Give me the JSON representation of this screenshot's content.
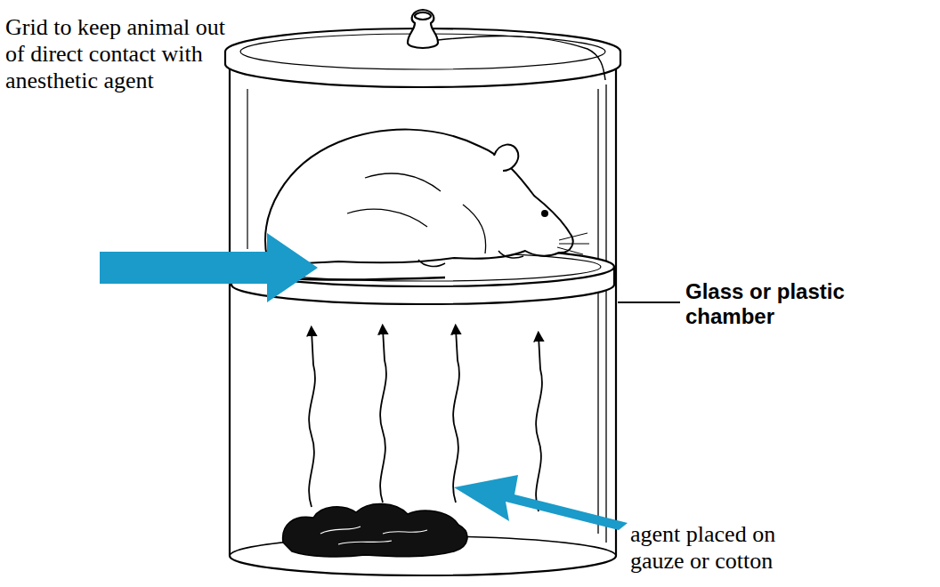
{
  "diagram": {
    "labels": [
      "Grid to keep animal out of direct contact with anesthetic agent",
      "Glass or plastic chamber",
      "agent placed on gauze or cotton"
    ]
  }
}
